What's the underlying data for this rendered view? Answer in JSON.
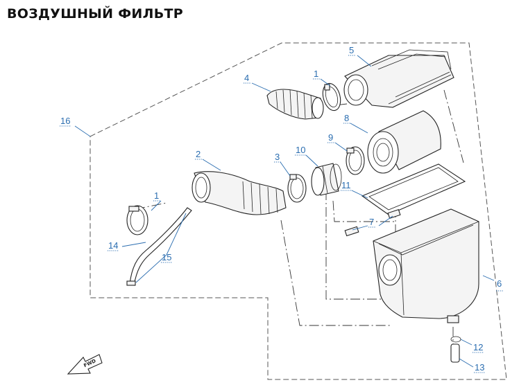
{
  "title": "ВОЗДУШНЫЙ ФИЛЬТР",
  "callouts": {
    "c1a": "1",
    "c1b": "1",
    "c2": "2",
    "c3": "3",
    "c4": "4",
    "c5": "5",
    "c6": "6",
    "c7": "7",
    "c8": "8",
    "c9": "9",
    "c10": "10",
    "c11": "11",
    "c12": "12",
    "c13": "13",
    "c14": "14",
    "c15": "15",
    "c16": "16"
  },
  "fwd_label": "FWD"
}
